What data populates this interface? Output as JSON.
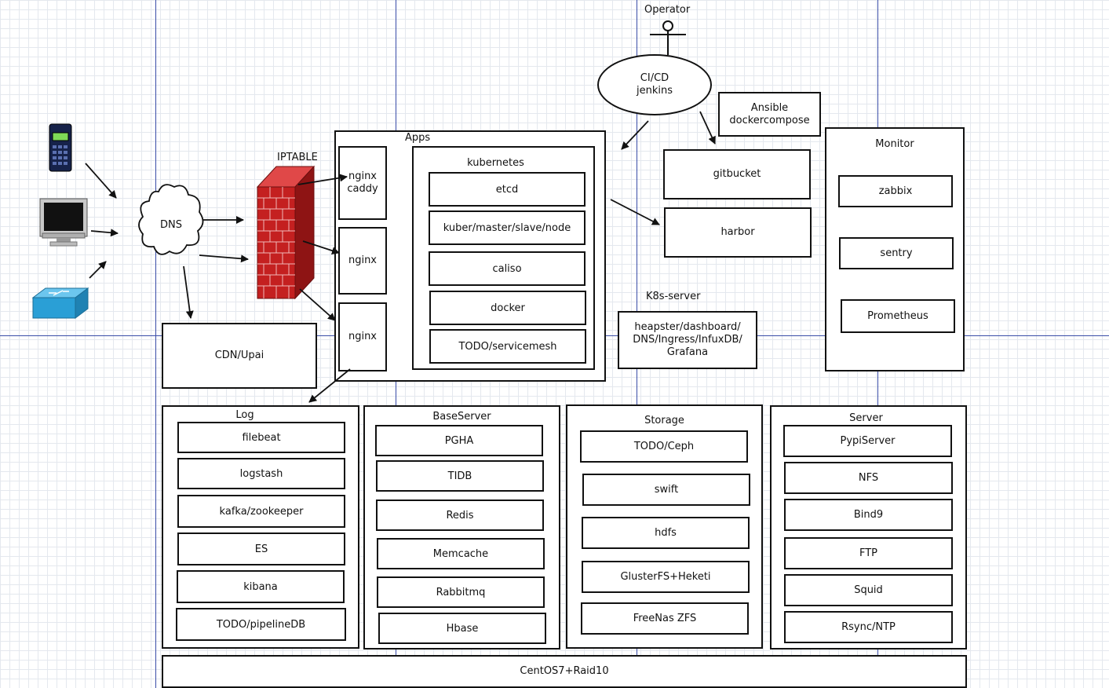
{
  "colors": {
    "grid": "#e4e8ee",
    "guide": "#3a4da8",
    "firewall": "#b41e1e",
    "switch": "#2a9fd6"
  },
  "icons": [
    "mobile-phone-icon",
    "desktop-monitor-icon",
    "network-switch-icon",
    "dns-cloud-icon",
    "firewall-icon",
    "operator-actor-icon"
  ],
  "dns": "DNS",
  "iptable": "IPTABLE",
  "operator": "Operator",
  "cicd": "CI/CD\njenkins",
  "ansible": "Ansible\ndockercompose",
  "gitbucket": "gitbucket",
  "harbor": "harbor",
  "cdn": "CDN/Upai",
  "apps": {
    "title": "Apps",
    "nginx": [
      "nginx\ncaddy",
      "nginx",
      "nginx"
    ],
    "kubernetes": {
      "title": "kubernetes",
      "items": [
        "etcd",
        "kuber/master/slave/node",
        "caliso",
        "docker",
        "TODO/servicemesh"
      ]
    }
  },
  "k8s_server": {
    "title": "K8s-server",
    "body": "heapster/dashboard/\nDNS/Ingress/InfuxDB/\nGrafana"
  },
  "monitor": {
    "title": "Monitor",
    "items": [
      "zabbix",
      "sentry",
      "Prometheus"
    ]
  },
  "log": {
    "title": "Log",
    "items": [
      "filebeat",
      "logstash",
      "kafka/zookeeper",
      "ES",
      "kibana",
      "TODO/pipelineDB"
    ]
  },
  "baseserver": {
    "title": "BaseServer",
    "items": [
      "PGHA",
      "TIDB",
      "Redis",
      "Memcache",
      "Rabbitmq",
      "Hbase"
    ]
  },
  "storage": {
    "title": "Storage",
    "items": [
      "TODO/Ceph",
      "swift",
      "hdfs",
      "GlusterFS+Heketi",
      "FreeNas ZFS"
    ]
  },
  "server": {
    "title": "Server",
    "items": [
      "PypiServer",
      "NFS",
      "Bind9",
      "FTP",
      "Squid",
      "Rsync/NTP"
    ]
  },
  "base": "CentOS7+Raid10"
}
